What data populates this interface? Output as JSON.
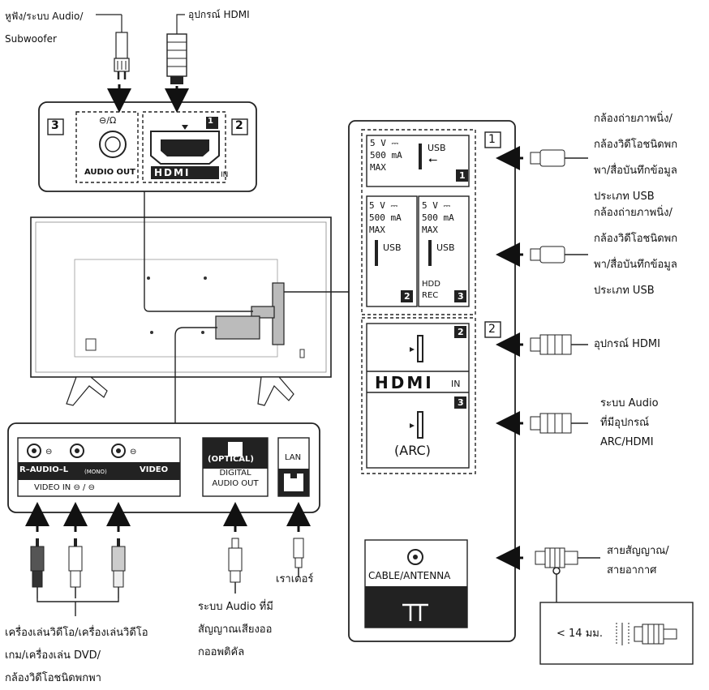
{
  "top_labels": {
    "headphone": [
      "หูฟัง/ระบบ Audio/",
      "Subwoofer"
    ],
    "hdmi_device": "อุปกรณ์ HDMI"
  },
  "top_box": {
    "num_3": "3",
    "num_2": "2",
    "audio_out": "AUDIO OUT",
    "hp_symbol": "⊖/Ω",
    "hdmi_logo": "HDMI",
    "hdmi_in": "IN",
    "hdmi_badge": "1"
  },
  "side_panel": {
    "usb1": {
      "spec": [
        "5 V ⎓",
        "500 mA",
        "MAX"
      ],
      "usb": "USB",
      "num": "1"
    },
    "usb2": {
      "spec": [
        "5 V ⎓",
        "500 mA",
        "MAX"
      ],
      "usb": "USB",
      "num": "2"
    },
    "usb3": {
      "spec": [
        "5 V ⎓",
        "500 mA",
        "MAX"
      ],
      "usb": "USB",
      "hdd": [
        "HDD",
        "REC"
      ],
      "num": "3"
    },
    "group1": "1",
    "group2": "2",
    "hdmi2": "2",
    "hdmi3": "3",
    "hdmi_logo": "HDMI",
    "hdmi_in": "IN",
    "arc": "(ARC)",
    "antenna": "CABLE/ANTENNA"
  },
  "right_labels": {
    "usb_a": [
      "กล้องถ่ายภาพนิ่ง/",
      "กล้องวิดีโอชนิดพก",
      "พา/สื่อบันทึกข้อมูล",
      "ประเภท USB"
    ],
    "usb_b": [
      "กล้องถ่ายภาพนิ่ง/",
      "กล้องวิดีโอชนิดพก",
      "พา/สื่อบันทึกข้อมูล",
      "ประเภท USB"
    ],
    "hdmi_device": "อุปกรณ์ HDMI",
    "arc_system": [
      "ระบบ Audio",
      "ที่มีอุปกรณ์",
      "ARC/HDMI"
    ],
    "cable": [
      "สายสัญญาณ/",
      "สายอากาศ"
    ],
    "size_note": "< 14 มม."
  },
  "bottom_box": {
    "r_audio_l": "R–AUDIO–L",
    "mono": "(MONO)",
    "video": "VIDEO",
    "video_in": "VIDEO IN",
    "optical": "(OPTICAL)",
    "digital_audio_out": [
      "DIGITAL",
      "AUDIO OUT"
    ],
    "lan": "LAN"
  },
  "bottom_labels": {
    "video_devices": [
      "เครื่องเล่นวิดีโอ/เครื่องเล่นวิดีโอ",
      "เกม/เครื่องเล่น DVD/",
      "กล้องวิดีโอชนิดพกพา"
    ],
    "optical_audio": [
      "ระบบ Audio ที่มี",
      "สัญญาณเสียงออ",
      "กออพติคัล"
    ],
    "router": "เราเตอร์"
  }
}
